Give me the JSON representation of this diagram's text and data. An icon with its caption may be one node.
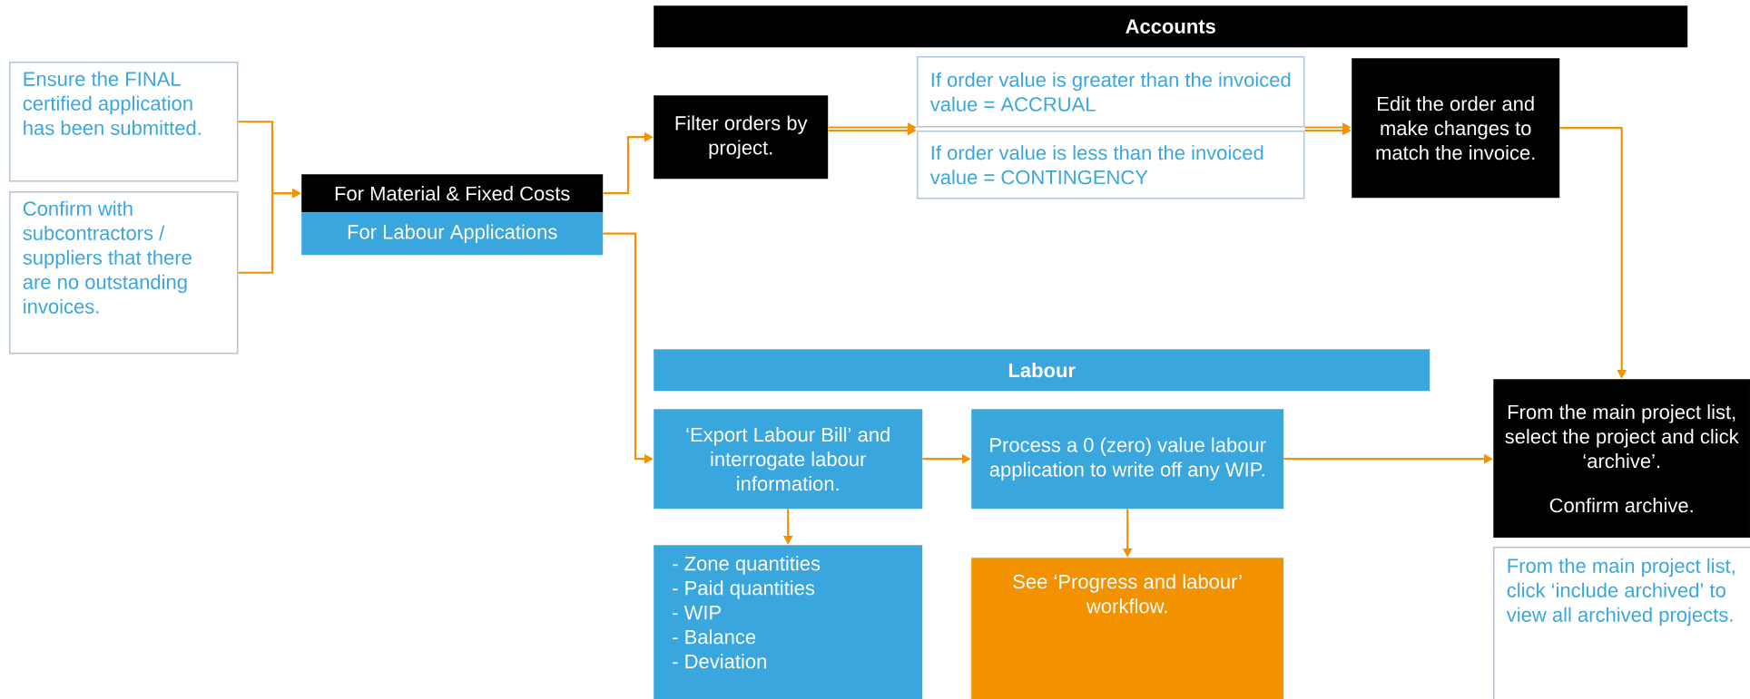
{
  "diagram": {
    "nodes": [
      {
        "text": [
          "Ensure the FINAL certified application has been submitted."
        ]
      },
      {
        "text": [
          "Confirm with subcontractors / suppliers that there are no outstanding invoices."
        ]
      },
      {
        "text": [
          "For Material & Fixed Costs"
        ]
      },
      {
        "text": [
          "For Labour Applications"
        ]
      },
      {
        "text": [
          "Accounts"
        ]
      },
      {
        "text": [
          "Filter orders by project."
        ]
      },
      {
        "text": [
          "If order value is greater than the invoiced value = ACCRUAL"
        ]
      },
      {
        "text": [
          "If order value is less than the invoiced value = CONTINGENCY"
        ]
      },
      {
        "text": [
          "Edit the order and make changes to match the invoice."
        ]
      },
      {
        "text": [
          "Labour"
        ]
      },
      {
        "text": [
          "‘Export Labour Bill’ and interrogate labour information."
        ]
      },
      {
        "text": [
          "Process a 0 (zero) value labour application to write off any WIP."
        ]
      },
      {
        "text": [
          "- Zone quantities",
          "- Paid quantities",
          "- WIP",
          "- Balance",
          "- Deviation"
        ]
      },
      {
        "text": [
          "See ‘Progress and labour’ workflow."
        ]
      },
      {
        "text": [
          "From the main project list, select the project and click ‘archive’.",
          "Confirm archive."
        ]
      },
      {
        "text": [
          "From the main project list, click ‘include archived’ to view all archived projects."
        ]
      }
    ],
    "edges": [
      {
        "from": 0,
        "to": 2,
        "arrow": "to"
      },
      {
        "from": 1,
        "to": 2,
        "arrow": "to"
      },
      {
        "from": 2,
        "to": 5,
        "arrow": "to"
      },
      {
        "from": 3,
        "to": 10,
        "arrow": "to"
      },
      {
        "from": 5,
        "to": 6,
        "arrow": "to"
      },
      {
        "from": 5,
        "to": 7,
        "arrow": "to"
      },
      {
        "from": 6,
        "to": 8,
        "arrow": "to"
      },
      {
        "from": 7,
        "to": 8,
        "arrow": "to"
      },
      {
        "from": 8,
        "to": 14,
        "arrow": "to"
      },
      {
        "from": 10,
        "to": 11,
        "arrow": "to"
      },
      {
        "from": 11,
        "to": 14,
        "arrow": "to"
      },
      {
        "from": 10,
        "to": 12,
        "arrow": "to"
      },
      {
        "from": 11,
        "to": 13,
        "arrow": "to"
      }
    ]
  }
}
